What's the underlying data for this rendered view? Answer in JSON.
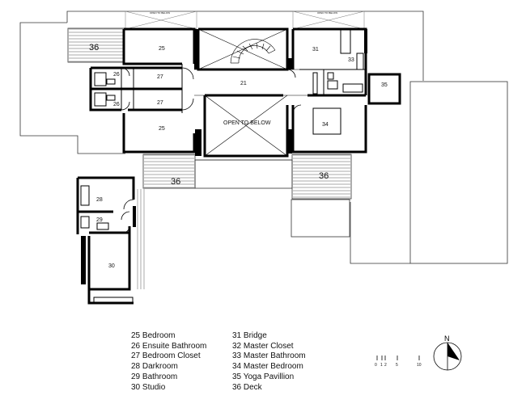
{
  "plan": {
    "rooms": [
      {
        "id": "r25a",
        "label": "25"
      },
      {
        "id": "r25b",
        "label": "25"
      },
      {
        "id": "r26a",
        "label": "26"
      },
      {
        "id": "r26b",
        "label": "26"
      },
      {
        "id": "r27a",
        "label": "27"
      },
      {
        "id": "r27b",
        "label": "27"
      },
      {
        "id": "r21",
        "label": "21"
      },
      {
        "id": "r31",
        "label": "31"
      },
      {
        "id": "r33",
        "label": "33"
      },
      {
        "id": "r34",
        "label": "34"
      },
      {
        "id": "r35",
        "label": "35"
      },
      {
        "id": "r28",
        "label": "28"
      },
      {
        "id": "r29",
        "label": "29"
      },
      {
        "id": "r30",
        "label": "30"
      },
      {
        "id": "r36a",
        "label": "36"
      },
      {
        "id": "r36b",
        "label": "36"
      },
      {
        "id": "r36c",
        "label": "36"
      }
    ],
    "open_label": "OPEN TO BELOW",
    "skylight_a": "OPEN TO BELOW",
    "skylight_b": "OPEN TO BELOW"
  },
  "legend": {
    "col1": [
      "25 Bedroom",
      "26 Ensuite Bathroom",
      "27 Bedroom Closet",
      "28 Darkroom",
      "29 Bathroom",
      "30 Studio"
    ],
    "col2": [
      "31 Bridge",
      "32 Master Closet",
      "33 Master Bathroom",
      "34 Master Bedroom",
      "35 Yoga Pavillion",
      "36 Deck"
    ]
  },
  "scale": {
    "ticks": [
      "0",
      "1",
      "2",
      "5",
      "10"
    ]
  },
  "north": {
    "label": "N"
  }
}
